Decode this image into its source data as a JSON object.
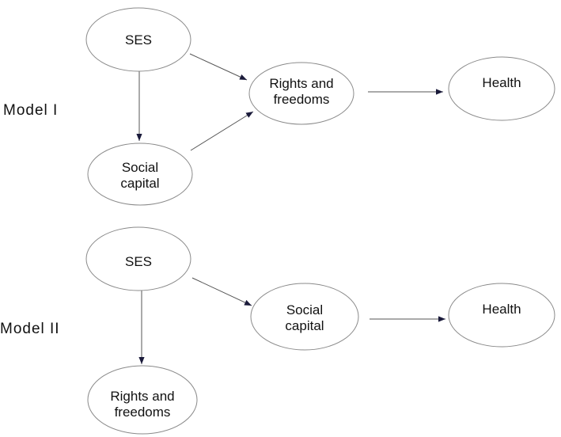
{
  "models": [
    {
      "id": "model-1",
      "label": "Model I",
      "nodes": [
        {
          "id": "ses",
          "lines": [
            "SES"
          ]
        },
        {
          "id": "social-capital",
          "lines": [
            "Social",
            "capital"
          ]
        },
        {
          "id": "rights-freedoms",
          "lines": [
            "Rights and",
            "freedoms"
          ]
        },
        {
          "id": "health",
          "lines": [
            "Health"
          ]
        }
      ],
      "edges": [
        {
          "from": "ses",
          "to": "rights-freedoms"
        },
        {
          "from": "ses",
          "to": "social-capital"
        },
        {
          "from": "social-capital",
          "to": "rights-freedoms"
        },
        {
          "from": "rights-freedoms",
          "to": "health"
        }
      ]
    },
    {
      "id": "model-2",
      "label": "Model II",
      "nodes": [
        {
          "id": "ses",
          "lines": [
            "SES"
          ]
        },
        {
          "id": "social-capital",
          "lines": [
            "Social",
            "capital"
          ]
        },
        {
          "id": "rights-freedoms",
          "lines": [
            "Rights and",
            "freedoms"
          ]
        },
        {
          "id": "health",
          "lines": [
            "Health"
          ]
        }
      ],
      "edges": [
        {
          "from": "ses",
          "to": "social-capital"
        },
        {
          "from": "ses",
          "to": "rights-freedoms"
        },
        {
          "from": "social-capital",
          "to": "health"
        }
      ]
    }
  ]
}
